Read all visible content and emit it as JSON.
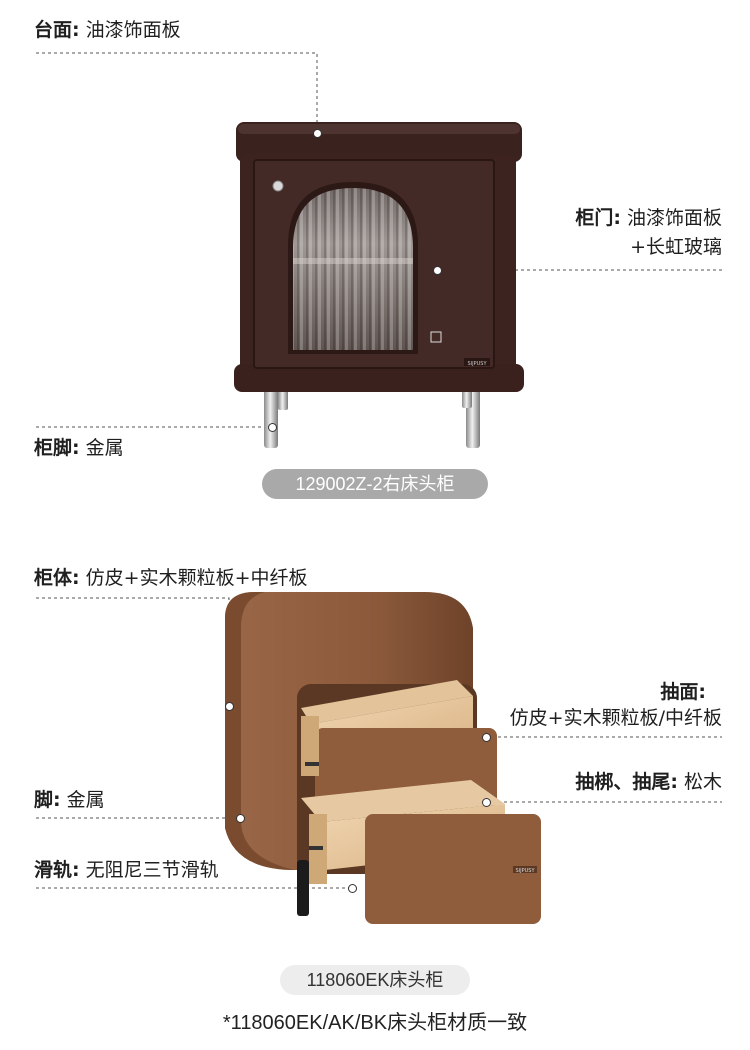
{
  "product1": {
    "callouts": {
      "top": {
        "key": "台面:",
        "value": "油漆饰面板"
      },
      "door": {
        "key": "柜门:",
        "value": "油漆饰面板",
        "value2": "+长虹玻璃"
      },
      "legs": {
        "key": "柜脚:",
        "value": "金属"
      }
    },
    "model_label": "129002Z-2右床头柜",
    "badge_text": "SIJPUSY"
  },
  "product2": {
    "callouts": {
      "body": {
        "key": "柜体:",
        "value": "仿皮+实木颗粒板+中纤板"
      },
      "drawer_front": {
        "key": "抽面:",
        "value": "仿皮+实木颗粒板/中纤板"
      },
      "drawer_side": {
        "key": "抽梆、抽尾:",
        "value": "松木"
      },
      "legs": {
        "key": "脚:",
        "value": "金属"
      },
      "slides": {
        "key": "滑轨:",
        "value": "无阻尼三节滑轨"
      }
    },
    "model_label": "118060EK床头柜",
    "note": "*118060EK/AK/BK床头柜材质一致",
    "badge_text": "SIJPUSY"
  },
  "colors": {
    "cabinet_dark": "#3d2420",
    "leather_brown": "#8c5a3b",
    "wood_inner": "#e8c9a0",
    "pill_grey": "#a9a9a9"
  }
}
